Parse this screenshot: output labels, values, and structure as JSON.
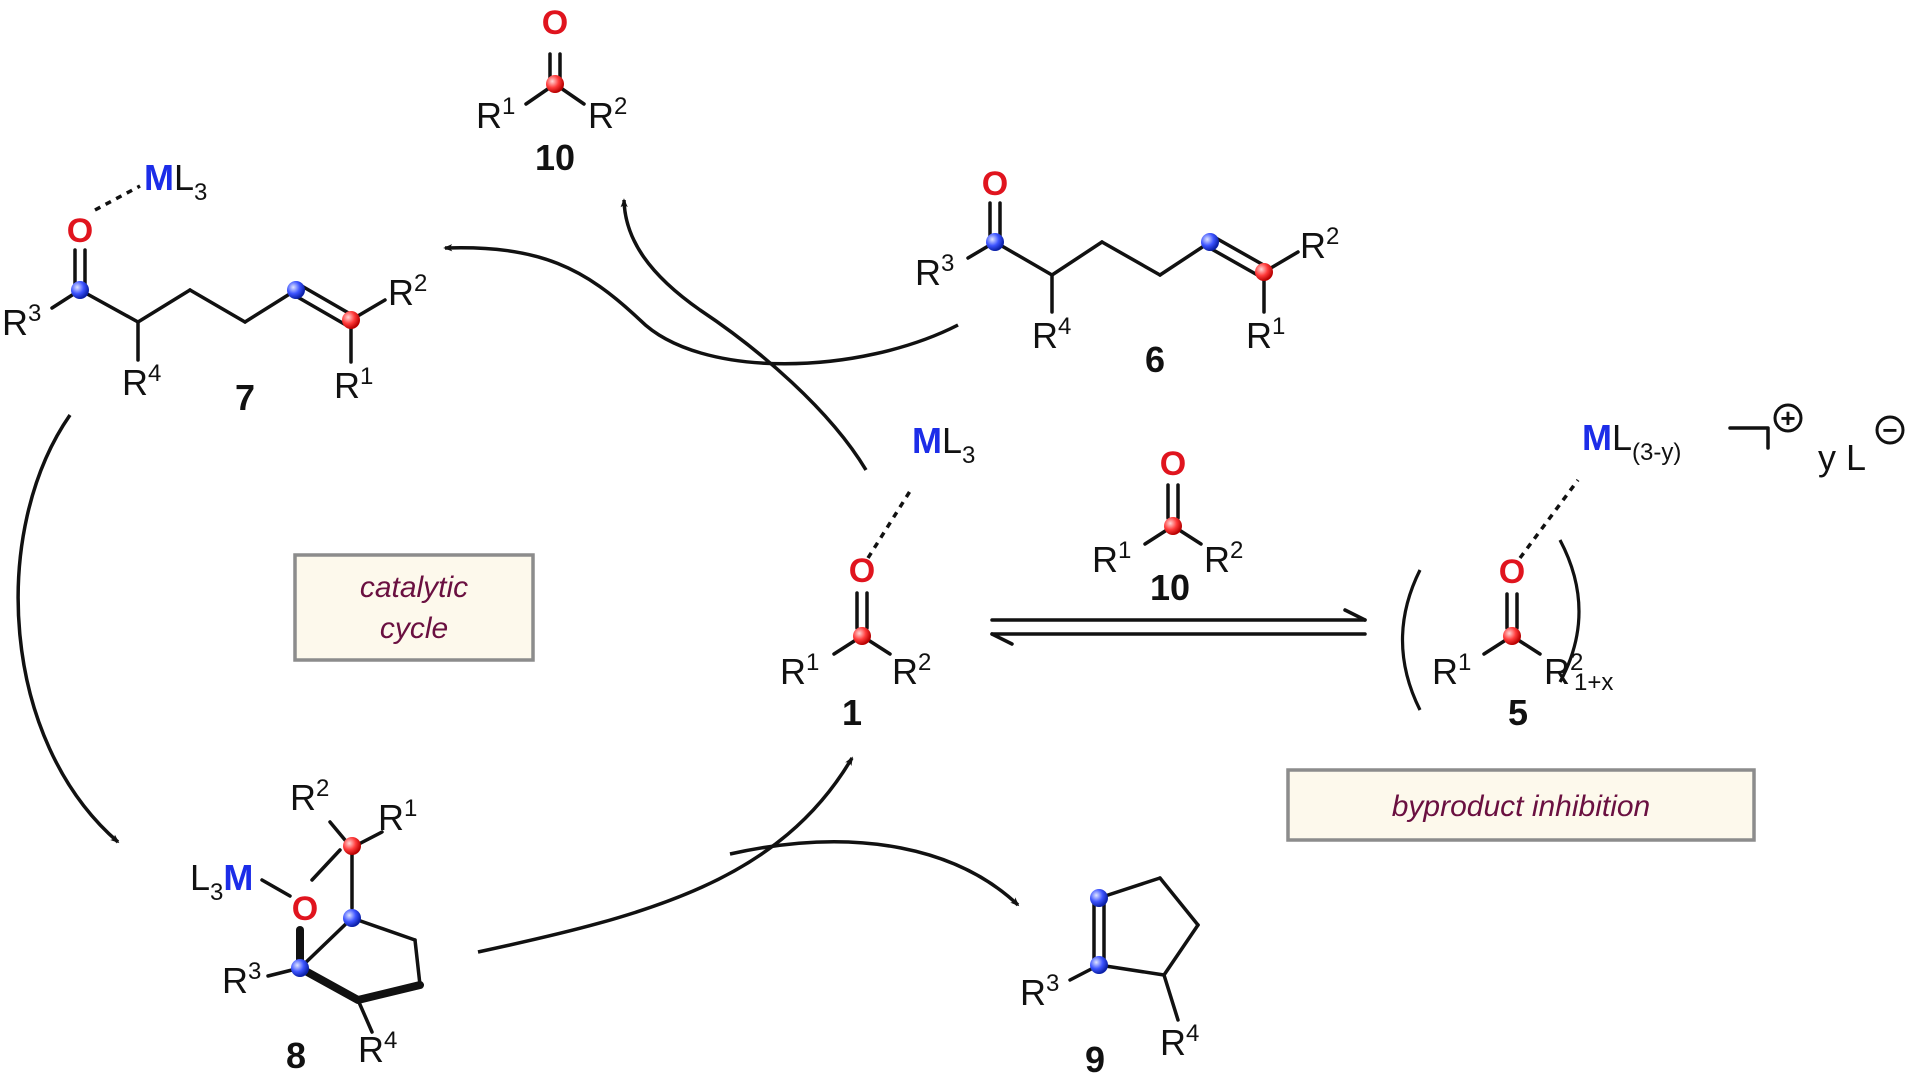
{
  "labels": {
    "c1": "1",
    "c5": "5",
    "c6": "6",
    "c7": "7",
    "c8": "8",
    "c9": "9",
    "c10_top": "10",
    "c10_eq": "10"
  },
  "atoms": {
    "O": "O",
    "M": "M",
    "L": "L",
    "R": "R"
  },
  "subscripts": {
    "three": "3",
    "three_minus_y": "(3-y)",
    "one_plus_x": "1+x"
  },
  "superscripts": {
    "r1": "1",
    "r2": "2",
    "r3": "3",
    "r4": "4"
  },
  "counterion": {
    "plus": "+",
    "minus": "−",
    "y_l": "y L"
  },
  "boxes": {
    "catalytic_cycle_line1": "catalytic",
    "catalytic_cycle_line2": "cycle",
    "byproduct_inhibition": "byproduct inhibition"
  },
  "colors": {
    "oxygen": "#e0141e",
    "metal": "#1c2de8",
    "box_text": "#6a1040",
    "box_fill": "#fdf9ec"
  }
}
